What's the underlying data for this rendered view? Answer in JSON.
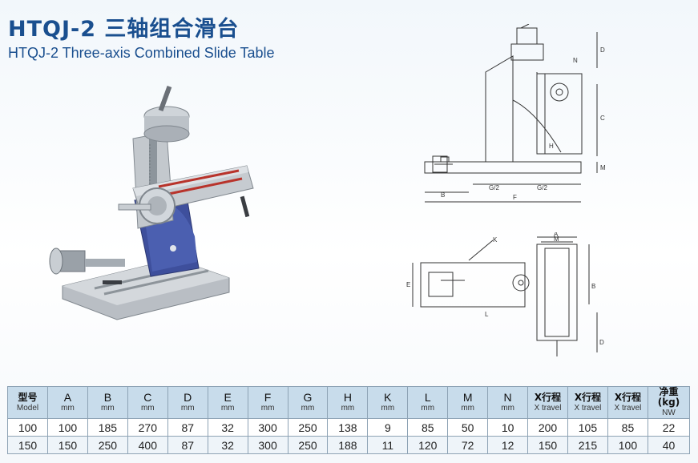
{
  "header": {
    "title_cn": "HTQJ-2 三轴组合滑台",
    "title_en": "HTQJ-2  Three-axis Combined Slide Table"
  },
  "drawing_labels": {
    "side": {
      "D": "D",
      "N": "N",
      "C": "C",
      "H": "H",
      "M": "M",
      "G_half_left": "G/2",
      "G_half_right": "G/2",
      "F": "F",
      "B": "B"
    },
    "top": {
      "A": "A",
      "M": "M",
      "K": "K",
      "E": "E",
      "B": "B",
      "D": "D",
      "L": "L"
    }
  },
  "table": {
    "columns": [
      {
        "main": "型号",
        "sub": "Model"
      },
      {
        "main": "A",
        "sub": "mm"
      },
      {
        "main": "B",
        "sub": "mm"
      },
      {
        "main": "C",
        "sub": "mm"
      },
      {
        "main": "D",
        "sub": "mm"
      },
      {
        "main": "E",
        "sub": "mm"
      },
      {
        "main": "F",
        "sub": "mm"
      },
      {
        "main": "G",
        "sub": "mm"
      },
      {
        "main": "H",
        "sub": "mm"
      },
      {
        "main": "K",
        "sub": "mm"
      },
      {
        "main": "L",
        "sub": "mm"
      },
      {
        "main": "M",
        "sub": "mm"
      },
      {
        "main": "N",
        "sub": "mm"
      },
      {
        "main": "X行程",
        "sub": "X travel"
      },
      {
        "main": "X行程",
        "sub": "X travel"
      },
      {
        "main": "X行程",
        "sub": "X travel"
      },
      {
        "main": "净重(kg)",
        "sub": "NW"
      }
    ],
    "rows": [
      [
        "100",
        "100",
        "185",
        "270",
        "87",
        "32",
        "300",
        "250",
        "138",
        "9",
        "85",
        "50",
        "10",
        "200",
        "105",
        "85",
        "22"
      ],
      [
        "150",
        "150",
        "250",
        "400",
        "87",
        "32",
        "300",
        "250",
        "188",
        "11",
        "120",
        "72",
        "12",
        "150",
        "215",
        "100",
        "40"
      ]
    ]
  }
}
